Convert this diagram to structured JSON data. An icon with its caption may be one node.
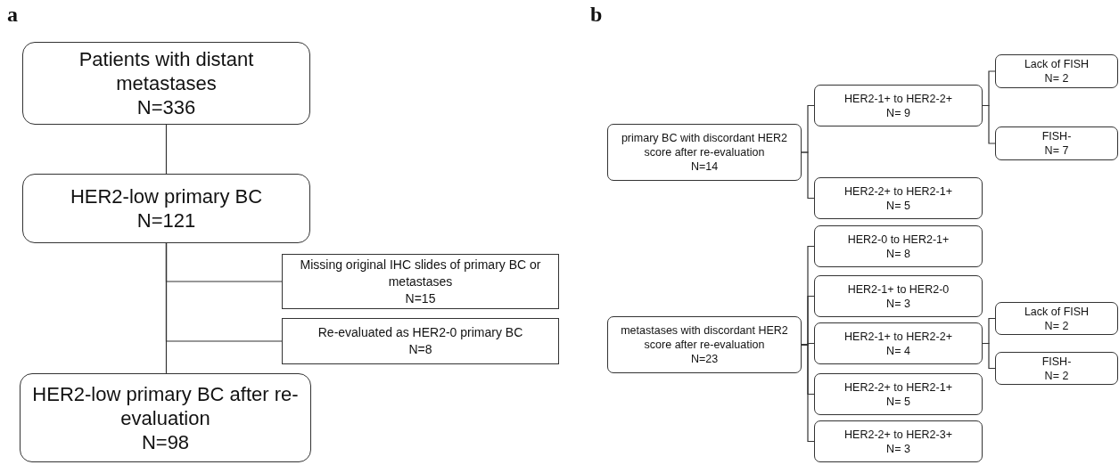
{
  "diagram": {
    "nodes": [
      {
        "text": [
          "Patients with distant metastases",
          "N=336"
        ]
      },
      {
        "text": [
          "HER2-low primary BC",
          "N=121"
        ]
      },
      {
        "text": [
          "Missing original IHC slides of primary BC or metastases",
          "N=15"
        ]
      },
      {
        "text": [
          "Re-evaluated as HER2-0 primary BC",
          "N=8"
        ]
      },
      {
        "text": [
          "HER2-low primary BC after re-evaluation",
          "N=98"
        ]
      },
      {
        "text": [
          "primary BC with discordant HER2 score after re-evaluation",
          "N=14"
        ]
      },
      {
        "text": [
          "HER2-1+ to HER2-2+",
          "N= 9"
        ]
      },
      {
        "text": [
          "Lack of FISH",
          "N= 2"
        ]
      },
      {
        "text": [
          "FISH-",
          "N= 7"
        ]
      },
      {
        "text": [
          "HER2-2+ to HER2-1+",
          "N= 5"
        ]
      },
      {
        "text": [
          "metastases with discordant HER2 score after re-evaluation",
          "N=23"
        ]
      },
      {
        "text": [
          "HER2-0 to HER2-1+",
          "N= 8"
        ]
      },
      {
        "text": [
          "HER2-1+ to HER2-0",
          "N= 3"
        ]
      },
      {
        "text": [
          "HER2-1+ to HER2-2+",
          "N= 4"
        ]
      },
      {
        "text": [
          "Lack of FISH",
          "N= 2"
        ]
      },
      {
        "text": [
          "FISH-",
          "N= 2"
        ]
      },
      {
        "text": [
          "HER2-2+ to HER2-1+",
          "N= 5"
        ]
      },
      {
        "text": [
          "HER2-2+ to HER2-3+",
          "N= 3"
        ]
      }
    ],
    "edges": [
      {
        "from": 0,
        "to": 1,
        "arrow": "none"
      },
      {
        "from": 1,
        "to": 4,
        "arrow": "none"
      },
      {
        "from": 1,
        "to": 2,
        "arrow": "none"
      },
      {
        "from": 1,
        "to": 3,
        "arrow": "none"
      },
      {
        "from": 5,
        "to": 6,
        "arrow": "none"
      },
      {
        "from": 5,
        "to": 9,
        "arrow": "none"
      },
      {
        "from": 6,
        "to": 7,
        "arrow": "none"
      },
      {
        "from": 6,
        "to": 8,
        "arrow": "none"
      },
      {
        "from": 10,
        "to": 11,
        "arrow": "none"
      },
      {
        "from": 10,
        "to": 12,
        "arrow": "none"
      },
      {
        "from": 10,
        "to": 13,
        "arrow": "none"
      },
      {
        "from": 10,
        "to": 16,
        "arrow": "none"
      },
      {
        "from": 10,
        "to": 17,
        "arrow": "none"
      },
      {
        "from": 13,
        "to": 14,
        "arrow": "none"
      },
      {
        "from": 13,
        "to": 15,
        "arrow": "none"
      }
    ],
    "labels": [
      "a",
      "b"
    ]
  }
}
